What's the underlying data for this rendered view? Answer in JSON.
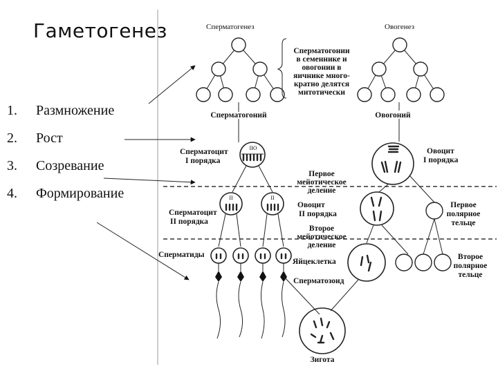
{
  "slide": {
    "title": "Гаметогенез",
    "stages": [
      {
        "num": "1.",
        "label": "Размножение"
      },
      {
        "num": "2.",
        "label": "Рост"
      },
      {
        "num": "3.",
        "label": "Созревание"
      },
      {
        "num": "4.",
        "label": "Формирование"
      }
    ]
  },
  "diagram": {
    "spermatogenesis": "Сперматогенез",
    "oogenesis": "Овогенез",
    "bracket_note": [
      "Сперматогонии",
      "в семеннике и",
      "овогонии в",
      "яичнике много-",
      "кратно делятся",
      "митотически"
    ],
    "spermatogonium": "Сперматогоний",
    "oogonium": "Овогоний",
    "spermatocyte_1": [
      "Сперматоцит",
      "I порядка"
    ],
    "oocyte_1": [
      "Овоцит",
      "I порядка"
    ],
    "first_meiotic": [
      "Первое",
      "мейотическое",
      "деление"
    ],
    "spermatocyte_2": [
      "Сперматоцит",
      "II порядка"
    ],
    "oocyte_2": [
      "Овоцит",
      "II порядка"
    ],
    "first_polar": [
      "Первое",
      "полярное",
      "тельце"
    ],
    "second_meiotic": [
      "Второе",
      "мейотическое",
      "деление"
    ],
    "spermatids": "Сперматиды",
    "egg": "Яйцеклетка",
    "second_polar": [
      "Второе",
      "полярное",
      "тельце"
    ],
    "sperm": "Сперматозоид",
    "zygote": "Зигота",
    "chrom_mark_1": "IЮ",
    "chrom_mark_2a": "II",
    "chrom_mark_2b": "II"
  }
}
